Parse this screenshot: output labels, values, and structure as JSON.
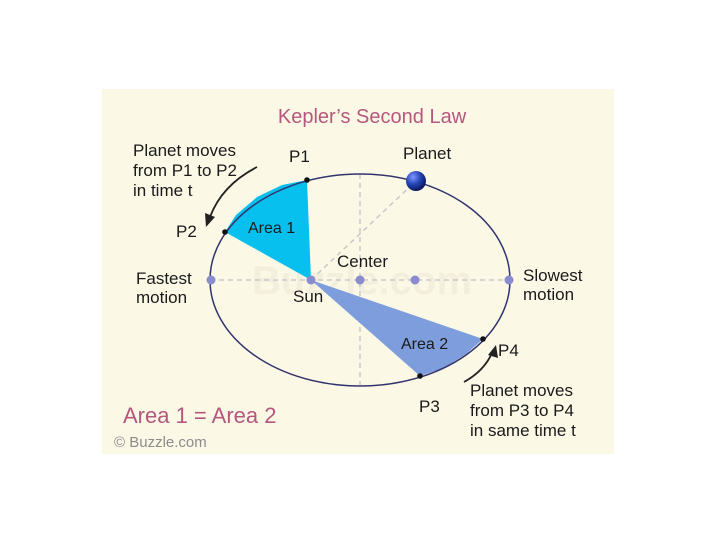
{
  "diagram": {
    "title": "Kepler’s Second Law",
    "labels": {
      "p1": "P1",
      "p2": "P2",
      "p3": "P3",
      "p4": "P4",
      "planet": "Planet",
      "center": "Center",
      "sun": "Sun",
      "area1": "Area 1",
      "area2": "Area 2",
      "fastest_line1": "Fastest",
      "fastest_line2": "motion",
      "slowest_line1": "Slowest",
      "slowest_line2": "motion"
    },
    "note_top": [
      "Planet moves",
      "from P1 to P2",
      "in time t"
    ],
    "note_bottom": [
      "Planet moves",
      "from P3 to P4",
      "in same time t"
    ],
    "equation": "Area 1 = Area 2",
    "credit": "© Buzzle.com",
    "watermark": "Buzzle.com",
    "colors": {
      "background": "#fbf8e6",
      "title": "#b5577e",
      "equation": "#b5577e",
      "area1": "#07c0ee",
      "area2": "#7d9ddc",
      "orbit": "#33336e",
      "axis": "#c9c9c9",
      "dot": "#8b8bd0",
      "planet": "#2343b3",
      "text": "#1a1a1a",
      "credit": "#8c8c8c"
    }
  }
}
